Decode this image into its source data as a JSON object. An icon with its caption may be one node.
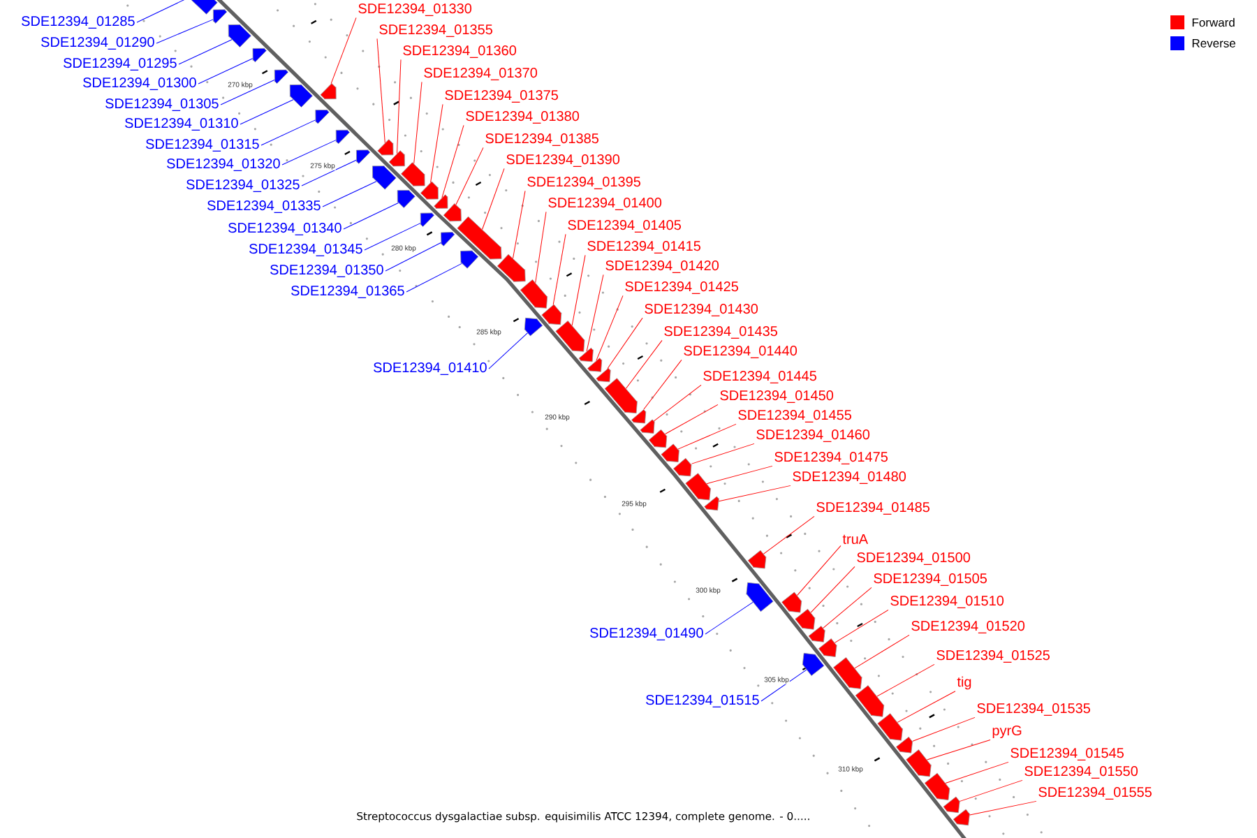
{
  "diagram": {
    "caption": "Streptococcus dysgalactiae subsp. equisimilis ATCC 12394, complete genome. - 0.....",
    "nodes": [
      {
        "text": [
          "SDE12394_01285"
        ]
      },
      {
        "text": [
          "SDE12394_01290"
        ]
      },
      {
        "text": [
          "SDE12394_01295"
        ]
      },
      {
        "text": [
          "SDE12394_01300"
        ]
      },
      {
        "text": [
          "SDE12394_01305"
        ]
      },
      {
        "text": [
          "SDE12394_01310"
        ]
      },
      {
        "text": [
          "SDE12394_01315"
        ]
      },
      {
        "text": [
          "SDE12394_01320"
        ]
      },
      {
        "text": [
          "SDE12394_01325"
        ]
      },
      {
        "text": [
          "SDE12394_01335"
        ]
      },
      {
        "text": [
          "SDE12394_01340"
        ]
      },
      {
        "text": [
          "SDE12394_01345"
        ]
      },
      {
        "text": [
          "SDE12394_01350"
        ]
      },
      {
        "text": [
          "SDE12394_01365"
        ]
      },
      {
        "text": [
          "SDE12394_01410"
        ]
      },
      {
        "text": [
          "SDE12394_01490"
        ]
      },
      {
        "text": [
          "SDE12394_01515"
        ]
      },
      {
        "text": [
          "SDE12394_01330"
        ]
      },
      {
        "text": [
          "SDE12394_01355"
        ]
      },
      {
        "text": [
          "SDE12394_01360"
        ]
      },
      {
        "text": [
          "SDE12394_01370"
        ]
      },
      {
        "text": [
          "SDE12394_01375"
        ]
      },
      {
        "text": [
          "SDE12394_01380"
        ]
      },
      {
        "text": [
          "SDE12394_01385"
        ]
      },
      {
        "text": [
          "SDE12394_01390"
        ]
      },
      {
        "text": [
          "SDE12394_01395"
        ]
      },
      {
        "text": [
          "SDE12394_01400"
        ]
      },
      {
        "text": [
          "SDE12394_01405"
        ]
      },
      {
        "text": [
          "SDE12394_01415"
        ]
      },
      {
        "text": [
          "SDE12394_01420"
        ]
      },
      {
        "text": [
          "SDE12394_01425"
        ]
      },
      {
        "text": [
          "SDE12394_01430"
        ]
      },
      {
        "text": [
          "SDE12394_01435"
        ]
      },
      {
        "text": [
          "SDE12394_01440"
        ]
      },
      {
        "text": [
          "SDE12394_01445"
        ]
      },
      {
        "text": [
          "SDE12394_01450"
        ]
      },
      {
        "text": [
          "SDE12394_01455"
        ]
      },
      {
        "text": [
          "SDE12394_01460"
        ]
      },
      {
        "text": [
          "SDE12394_01475"
        ]
      },
      {
        "text": [
          "SDE12394_01480"
        ]
      },
      {
        "text": [
          "SDE12394_01485"
        ]
      },
      {
        "text": [
          "truA"
        ]
      },
      {
        "text": [
          "SDE12394_01500"
        ]
      },
      {
        "text": [
          "SDE12394_01505"
        ]
      },
      {
        "text": [
          "SDE12394_01510"
        ]
      },
      {
        "text": [
          "SDE12394_01520"
        ]
      },
      {
        "text": [
          "SDE12394_01525"
        ]
      },
      {
        "text": [
          "tig"
        ]
      },
      {
        "text": [
          "SDE12394_01535"
        ]
      },
      {
        "text": [
          "pyrG"
        ]
      },
      {
        "text": [
          "SDE12394_01545"
        ]
      },
      {
        "text": [
          "SDE12394_01550"
        ]
      },
      {
        "text": [
          "SDE12394_01555"
        ]
      },
      {
        "text": [],
        "shape": "arrow"
      },
      {
        "text": [],
        "shape": "arrow"
      },
      {
        "text": [],
        "shape": "arrow"
      },
      {
        "text": [],
        "shape": "arrow"
      },
      {
        "text": [],
        "shape": "arrow"
      },
      {
        "text": [],
        "shape": "arrow"
      },
      {
        "text": [],
        "shape": "arrow"
      },
      {
        "text": [],
        "shape": "arrow"
      },
      {
        "text": [],
        "shape": "arrow"
      },
      {
        "text": [],
        "shape": "arrow"
      },
      {
        "text": [],
        "shape": "arrow"
      },
      {
        "text": [],
        "shape": "arrow"
      },
      {
        "text": [],
        "shape": "arrow"
      },
      {
        "text": [],
        "shape": "arrow"
      },
      {
        "text": [],
        "shape": "arrow"
      },
      {
        "text": [],
        "shape": "arrow"
      },
      {
        "text": [],
        "shape": "arrow"
      },
      {
        "text": [],
        "shape": "arrow"
      },
      {
        "text": [],
        "shape": "arrow"
      },
      {
        "text": [],
        "shape": "arrow"
      },
      {
        "text": [],
        "shape": "arrow"
      },
      {
        "text": [],
        "shape": "arrow"
      },
      {
        "text": [],
        "shape": "arrow"
      },
      {
        "text": [],
        "shape": "arrow"
      },
      {
        "text": [],
        "shape": "arrow"
      },
      {
        "text": [],
        "shape": "arrow"
      },
      {
        "text": [],
        "shape": "arrow"
      },
      {
        "text": [],
        "shape": "arrow"
      },
      {
        "text": [],
        "shape": "arrow"
      },
      {
        "text": [],
        "shape": "arrow"
      },
      {
        "text": [],
        "shape": "arrow"
      },
      {
        "text": [],
        "shape": "arrow"
      },
      {
        "text": [],
        "shape": "arrow"
      },
      {
        "text": [],
        "shape": "arrow"
      },
      {
        "text": [],
        "shape": "arrow"
      },
      {
        "text": [],
        "shape": "arrow"
      },
      {
        "text": [],
        "shape": "arrow"
      },
      {
        "text": [],
        "shape": "arrow"
      },
      {
        "text": [],
        "shape": "arrow"
      },
      {
        "text": [],
        "shape": "arrow"
      },
      {
        "text": [],
        "shape": "arrow"
      },
      {
        "text": [],
        "shape": "arrow"
      },
      {
        "text": [],
        "shape": "arrow"
      },
      {
        "text": [],
        "shape": "arrow"
      },
      {
        "text": [],
        "shape": "arrow"
      },
      {
        "text": [],
        "shape": "arrow"
      },
      {
        "text": [],
        "shape": "arrow"
      },
      {
        "text": [],
        "shape": "arrow"
      },
      {
        "text": [],
        "shape": "arrow"
      },
      {
        "text": [],
        "shape": "arrow"
      },
      {
        "text": [],
        "shape": "arrow"
      },
      {
        "text": [],
        "shape": "arrow"
      },
      {
        "text": [],
        "shape": "arrow"
      }
    ],
    "edges": [
      {
        "from": 0,
        "to": 53,
        "arrow": "none",
        "color": "#0000ff"
      },
      {
        "from": 1,
        "to": 54,
        "arrow": "none",
        "color": "#0000ff"
      },
      {
        "from": 2,
        "to": 55,
        "arrow": "none",
        "color": "#0000ff"
      },
      {
        "from": 3,
        "to": 56,
        "arrow": "none",
        "color": "#0000ff"
      },
      {
        "from": 4,
        "to": 57,
        "arrow": "none",
        "color": "#0000ff"
      },
      {
        "from": 5,
        "to": 58,
        "arrow": "none",
        "color": "#0000ff"
      },
      {
        "from": 6,
        "to": 59,
        "arrow": "none",
        "color": "#0000ff"
      },
      {
        "from": 7,
        "to": 60,
        "arrow": "none",
        "color": "#0000ff"
      },
      {
        "from": 8,
        "to": 61,
        "arrow": "none",
        "color": "#0000ff"
      },
      {
        "from": 9,
        "to": 62,
        "arrow": "none",
        "color": "#0000ff"
      },
      {
        "from": 10,
        "to": 63,
        "arrow": "none",
        "color": "#0000ff"
      },
      {
        "from": 11,
        "to": 64,
        "arrow": "none",
        "color": "#0000ff"
      },
      {
        "from": 12,
        "to": 65,
        "arrow": "none",
        "color": "#0000ff"
      },
      {
        "from": 13,
        "to": 66,
        "arrow": "none",
        "color": "#0000ff"
      },
      {
        "from": 14,
        "to": 67,
        "arrow": "none",
        "color": "#0000ff"
      },
      {
        "from": 15,
        "to": 68,
        "arrow": "none",
        "color": "#0000ff"
      },
      {
        "from": 16,
        "to": 69,
        "arrow": "none",
        "color": "#0000ff"
      },
      {
        "from": 17,
        "to": 70,
        "arrow": "none"
      },
      {
        "from": 18,
        "to": 71,
        "arrow": "none"
      },
      {
        "from": 19,
        "to": 72,
        "arrow": "none"
      },
      {
        "from": 20,
        "to": 73,
        "arrow": "none"
      },
      {
        "from": 21,
        "to": 74,
        "arrow": "none"
      },
      {
        "from": 22,
        "to": 75,
        "arrow": "none"
      },
      {
        "from": 23,
        "to": 76,
        "arrow": "none"
      },
      {
        "from": 24,
        "to": 77,
        "arrow": "none"
      },
      {
        "from": 25,
        "to": 78,
        "arrow": "none"
      },
      {
        "from": 26,
        "to": 79,
        "arrow": "none"
      },
      {
        "from": 27,
        "to": 80,
        "arrow": "none"
      },
      {
        "from": 28,
        "to": 81,
        "arrow": "none"
      },
      {
        "from": 29,
        "to": 82,
        "arrow": "none"
      },
      {
        "from": 30,
        "to": 83,
        "arrow": "none"
      },
      {
        "from": 31,
        "to": 84,
        "arrow": "none"
      },
      {
        "from": 32,
        "to": 85,
        "arrow": "none"
      },
      {
        "from": 33,
        "to": 86,
        "arrow": "none"
      },
      {
        "from": 34,
        "to": 87,
        "arrow": "none"
      },
      {
        "from": 35,
        "to": 88,
        "arrow": "none"
      },
      {
        "from": 36,
        "to": 89,
        "arrow": "none"
      },
      {
        "from": 37,
        "to": 90,
        "arrow": "none"
      },
      {
        "from": 38,
        "to": 91,
        "arrow": "none"
      },
      {
        "from": 39,
        "to": 92,
        "arrow": "none"
      },
      {
        "from": 40,
        "to": 93,
        "arrow": "none"
      },
      {
        "from": 41,
        "to": 94,
        "arrow": "none"
      },
      {
        "from": 42,
        "to": 95,
        "arrow": "none"
      },
      {
        "from": 43,
        "to": 96,
        "arrow": "none"
      },
      {
        "from": 44,
        "to": 97,
        "arrow": "none"
      },
      {
        "from": 45,
        "to": 98,
        "arrow": "none"
      },
      {
        "from": 46,
        "to": 99,
        "arrow": "none"
      },
      {
        "from": 47,
        "to": 100,
        "arrow": "none"
      },
      {
        "from": 48,
        "to": 101,
        "arrow": "none"
      },
      {
        "from": 49,
        "to": 102,
        "arrow": "none"
      },
      {
        "from": 50,
        "to": 103,
        "arrow": "none"
      },
      {
        "from": 51,
        "to": 104,
        "arrow": "none"
      },
      {
        "from": 52,
        "to": 105,
        "arrow": "none"
      }
    ],
    "labels": [
      "270 kbp",
      "275 kbp",
      "280 kbp",
      "285 kbp",
      "290 kbp",
      "295 kbp",
      "300 kbp",
      "305 kbp",
      "310 kbp"
    ],
    "legend": [
      {
        "text": "Forward",
        "color": "#ff0000"
      },
      {
        "text": "Reverse",
        "color": "#0000ff"
      }
    ]
  }
}
